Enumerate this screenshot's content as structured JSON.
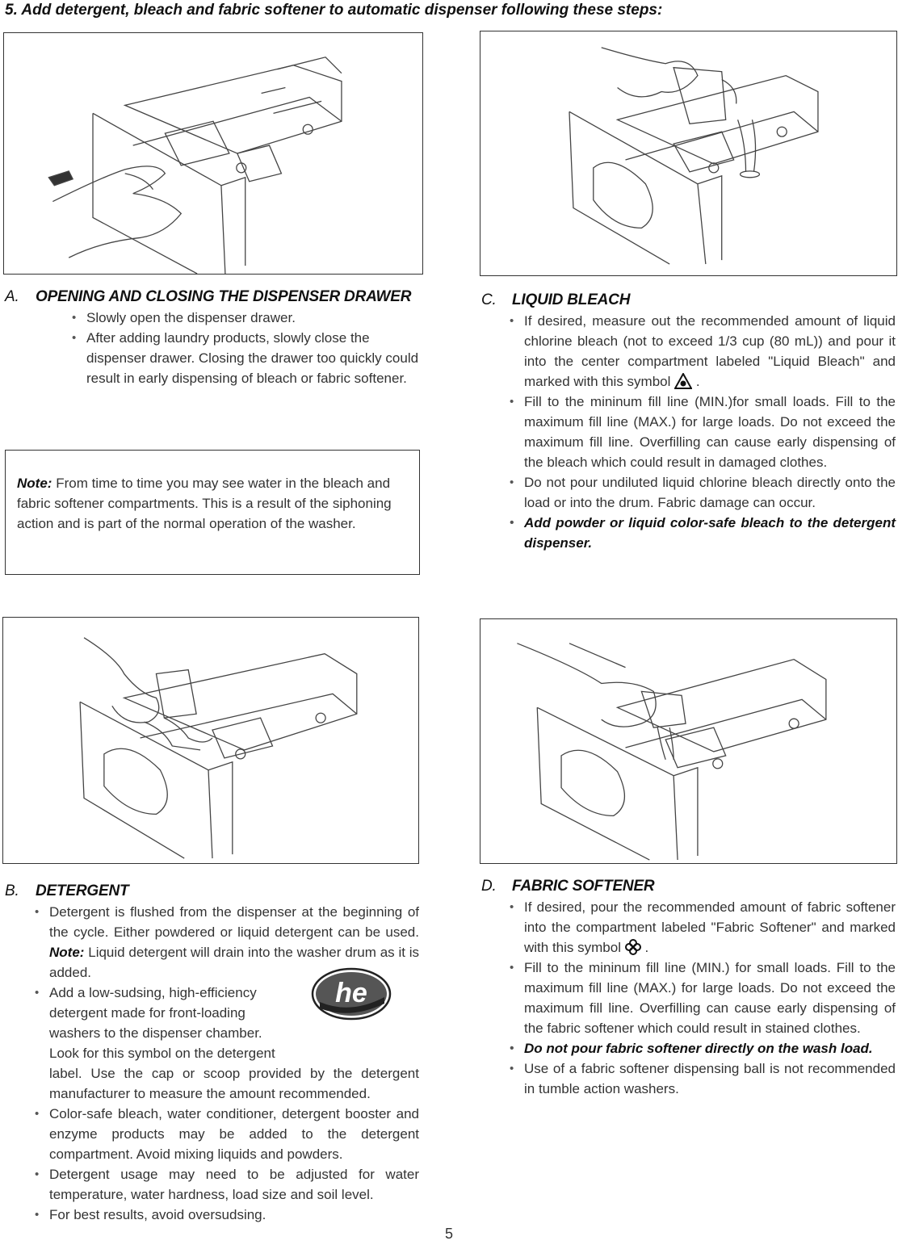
{
  "heading": "5.   Add detergent, bleach and fabric softener to  automatic dispenser following these steps:",
  "figures": {
    "a": {
      "icon": "open-drawer-illustration"
    },
    "c": {
      "icon": "pour-bleach-illustration"
    },
    "b": {
      "icon": "scoop-detergent-illustration"
    },
    "d": {
      "icon": "pour-softener-illustration"
    }
  },
  "section_a": {
    "letter": "A.",
    "title": "OPENING AND CLOSING THE DISPENSER DRAWER",
    "bullets": [
      "Slowly open the dispenser drawer.",
      "After adding laundry products, slowly close the dispenser drawer. Closing the drawer too quickly could result in early dispensing of bleach or fabric softener."
    ]
  },
  "note": {
    "label": "Note:",
    "text": "From time to time you may see water in the bleach and fabric softener compartments. This is a result of the siphoning action and is part of the normal operation of the washer."
  },
  "section_c": {
    "letter": "C.",
    "title": "LIQUID BLEACH",
    "b1": "If desired, measure out the recommended amount of liquid chlorine bleach (not to exceed 1/3 cup (80 mL)) and pour it into the center compartment labeled \"Liquid Bleach\" and marked with this symbol",
    "b1_end": ".",
    "b2": "Fill to the mininum fill line (MIN.)for small loads. Fill to the maximum fill line (MAX.) for large loads.  Do not exceed the maximum fill line. Overfilling can cause early dispensing of the bleach which could result in damaged clothes.",
    "b3": "Do not pour undiluted liquid chlorine bleach directly onto the load or into the drum.  Fabric damage can occur.",
    "b4": "Add powder or liquid color-safe bleach to the detergent dispenser.",
    "symbol_icon": "bleach-triangle-icon"
  },
  "section_b": {
    "letter": "B.",
    "title": "DETERGENT",
    "b1_pre": "Detergent is flushed from the dispenser at the beginning of the cycle. Either powdered or liquid detergent can be used.",
    "b1_note": "Note:",
    "b1_post": "Liquid detergent will drain into the washer drum as it is added.",
    "b2_lines": [
      "Add a low-sudsing, high-efficiency",
      "detergent made for front-loading",
      "washers to the dispenser chamber.",
      "Look for this symbol on the detergent"
    ],
    "b2_rest": "label.  Use the cap or scoop provided by the detergent manufacturer to measure the amount recommended.",
    "b3": "Color-safe bleach, water conditioner, detergent booster and enzyme products may be added to the detergent compartment.  Avoid mixing liquids and powders.",
    "b4": "Detergent usage may need to be adjusted for water temperature, water hardness, load size and soil level.",
    "b5": "For best results, avoid oversudsing.",
    "logo_text": "he",
    "logo_icon": "he-logo-icon"
  },
  "section_d": {
    "letter": "D.",
    "title": "FABRIC SOFTENER",
    "b1": "If desired, pour the recommended amount of fabric softener into the compartment labeled \"Fabric Softener\" and marked with this symbol",
    "b1_end": ".",
    "b2": "Fill to the mininum fill line (MIN.) for small loads.  Fill to the maximum fill line (MAX.) for large loads.  Do not exceed the maximum fill line. Overfilling can cause early dispensing of the fabric softener which could result in stained clothes.",
    "b3": "Do not pour fabric softener directly on the wash load.",
    "b4": "Use of a fabric softener dispensing ball is not recommended in tumble action washers.",
    "symbol_icon": "softener-flower-icon"
  },
  "page_number": "5"
}
